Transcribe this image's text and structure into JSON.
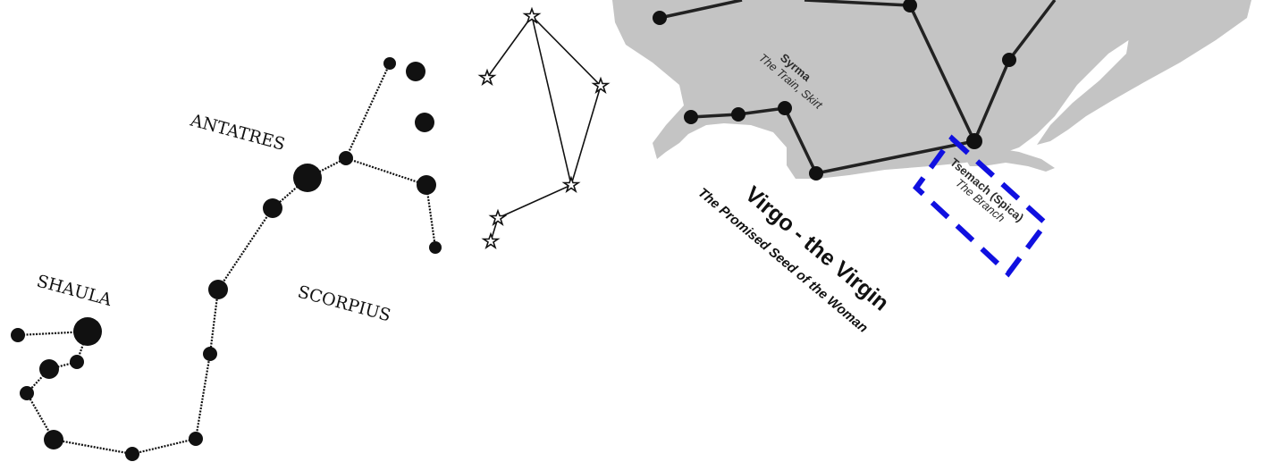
{
  "scorpius": {
    "labels": {
      "antares": "ANTATRES",
      "shaula": "SHAULA",
      "constellation": "SCORPIUS"
    }
  },
  "virgo": {
    "title": "Virgo - the Virgin",
    "subtitle": "The Promised Seed of the Woman",
    "syrma_name": "Syrma",
    "syrma_meaning": "The Train, Skirt",
    "spica_name": "Tsemach (Spica)",
    "spica_meaning": "The Branch"
  },
  "colors": {
    "highlight_box": "#1010e0",
    "virgo_figure": "#c4c4c4",
    "star_fill": "#111111"
  }
}
